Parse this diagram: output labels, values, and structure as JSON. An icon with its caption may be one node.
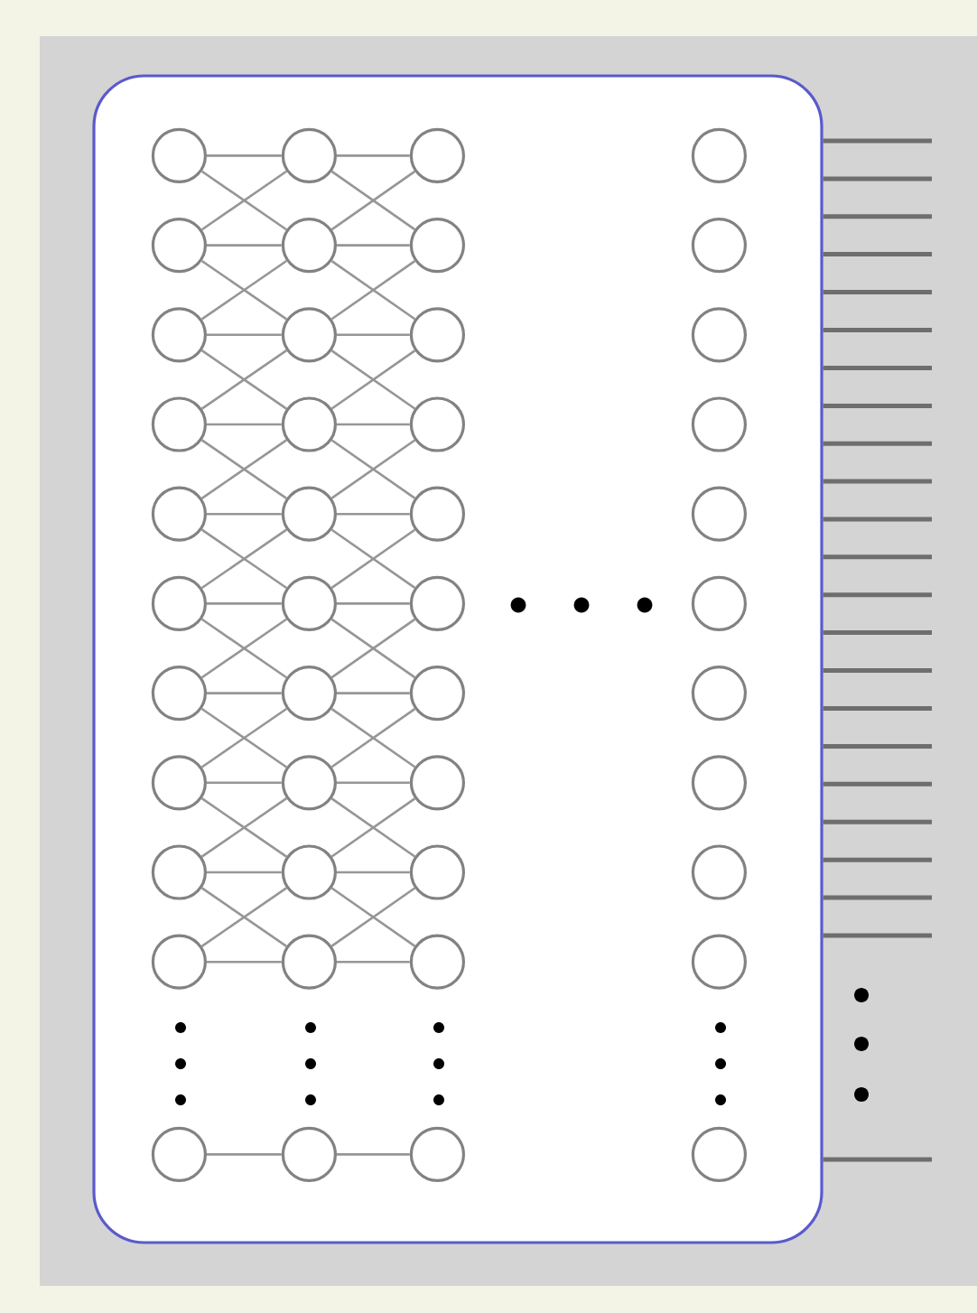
{
  "diagram": {
    "nodes": [
      {
        "text": [],
        "shape": "box"
      },
      {
        "text": [],
        "shape": "circle",
        "in": 0
      },
      {
        "text": [],
        "shape": "circle",
        "in": 0
      },
      {
        "text": [],
        "shape": "circle",
        "in": 0
      },
      {
        "text": [],
        "shape": "circle",
        "in": 0
      },
      {
        "text": [],
        "shape": "circle",
        "in": 0
      },
      {
        "text": [],
        "shape": "circle",
        "in": 0
      },
      {
        "text": [],
        "shape": "circle",
        "in": 0
      },
      {
        "text": [],
        "shape": "circle",
        "in": 0
      },
      {
        "text": [],
        "shape": "circle",
        "in": 0
      },
      {
        "text": [],
        "shape": "circle",
        "in": 0
      },
      {
        "text": [],
        "shape": "circle",
        "in": 0
      },
      {
        "text": [],
        "shape": "circle",
        "in": 0
      },
      {
        "text": [],
        "shape": "circle",
        "in": 0
      },
      {
        "text": [],
        "shape": "circle",
        "in": 0
      },
      {
        "text": [],
        "shape": "circle",
        "in": 0
      },
      {
        "text": [],
        "shape": "circle",
        "in": 0
      },
      {
        "text": [],
        "shape": "circle",
        "in": 0
      },
      {
        "text": [],
        "shape": "circle",
        "in": 0
      },
      {
        "text": [],
        "shape": "circle",
        "in": 0
      },
      {
        "text": [],
        "shape": "circle",
        "in": 0
      },
      {
        "text": [],
        "shape": "circle",
        "in": 0
      },
      {
        "text": [],
        "shape": "circle",
        "in": 0
      },
      {
        "text": [],
        "shape": "circle",
        "in": 0
      },
      {
        "text": [],
        "shape": "circle",
        "in": 0
      },
      {
        "text": [],
        "shape": "circle",
        "in": 0
      },
      {
        "text": [],
        "shape": "circle",
        "in": 0
      },
      {
        "text": [],
        "shape": "circle",
        "in": 0
      },
      {
        "text": [],
        "shape": "circle",
        "in": 0
      },
      {
        "text": [],
        "shape": "circle",
        "in": 0
      },
      {
        "text": [],
        "shape": "circle",
        "in": 0
      },
      {
        "text": [],
        "shape": "circle",
        "in": 0
      },
      {
        "text": [],
        "shape": "circle",
        "in": 0
      },
      {
        "text": [],
        "shape": "circle",
        "in": 0
      },
      {
        "text": [],
        "shape": "circle",
        "in": 0
      },
      {
        "text": [],
        "shape": "circle",
        "in": 0
      },
      {
        "text": [],
        "shape": "circle",
        "in": 0
      },
      {
        "text": [],
        "shape": "circle",
        "in": 0
      },
      {
        "text": [],
        "shape": "circle",
        "in": 0
      },
      {
        "text": [],
        "shape": "circle",
        "in": 0
      },
      {
        "text": [],
        "shape": "circle",
        "in": 0
      },
      {
        "text": [],
        "shape": "circle",
        "in": 0
      },
      {
        "text": [],
        "shape": "circle",
        "in": 0
      },
      {
        "text": [],
        "shape": "circle",
        "in": 0
      },
      {
        "text": [],
        "shape": "circle",
        "in": 0
      }
    ],
    "edges": [
      {
        "from": 1,
        "to": 2,
        "arrow": "none"
      },
      {
        "from": 2,
        "to": 3,
        "arrow": "none"
      },
      {
        "from": 5,
        "to": 6,
        "arrow": "none"
      },
      {
        "from": 6,
        "to": 7,
        "arrow": "none"
      },
      {
        "from": 9,
        "to": 10,
        "arrow": "none"
      },
      {
        "from": 10,
        "to": 11,
        "arrow": "none"
      },
      {
        "from": 13,
        "to": 14,
        "arrow": "none"
      },
      {
        "from": 14,
        "to": 15,
        "arrow": "none"
      },
      {
        "from": 17,
        "to": 18,
        "arrow": "none"
      },
      {
        "from": 18,
        "to": 19,
        "arrow": "none"
      },
      {
        "from": 21,
        "to": 22,
        "arrow": "none"
      },
      {
        "from": 22,
        "to": 23,
        "arrow": "none"
      },
      {
        "from": 25,
        "to": 26,
        "arrow": "none"
      },
      {
        "from": 26,
        "to": 27,
        "arrow": "none"
      },
      {
        "from": 29,
        "to": 30,
        "arrow": "none"
      },
      {
        "from": 30,
        "to": 31,
        "arrow": "none"
      },
      {
        "from": 33,
        "to": 34,
        "arrow": "none"
      },
      {
        "from": 34,
        "to": 35,
        "arrow": "none"
      },
      {
        "from": 37,
        "to": 38,
        "arrow": "none"
      },
      {
        "from": 38,
        "to": 39,
        "arrow": "none"
      },
      {
        "from": 41,
        "to": 42,
        "arrow": "none"
      },
      {
        "from": 42,
        "to": 43,
        "arrow": "none"
      },
      {
        "from": 1,
        "to": 6,
        "arrow": "none"
      },
      {
        "from": 5,
        "to": 2,
        "arrow": "none"
      },
      {
        "from": 2,
        "to": 7,
        "arrow": "none"
      },
      {
        "from": 6,
        "to": 3,
        "arrow": "none"
      },
      {
        "from": 5,
        "to": 10,
        "arrow": "none"
      },
      {
        "from": 9,
        "to": 6,
        "arrow": "none"
      },
      {
        "from": 6,
        "to": 11,
        "arrow": "none"
      },
      {
        "from": 10,
        "to": 7,
        "arrow": "none"
      },
      {
        "from": 9,
        "to": 14,
        "arrow": "none"
      },
      {
        "from": 13,
        "to": 10,
        "arrow": "none"
      },
      {
        "from": 10,
        "to": 15,
        "arrow": "none"
      },
      {
        "from": 14,
        "to": 11,
        "arrow": "none"
      },
      {
        "from": 13,
        "to": 18,
        "arrow": "none"
      },
      {
        "from": 17,
        "to": 14,
        "arrow": "none"
      },
      {
        "from": 14,
        "to": 19,
        "arrow": "none"
      },
      {
        "from": 18,
        "to": 15,
        "arrow": "none"
      },
      {
        "from": 17,
        "to": 22,
        "arrow": "none"
      },
      {
        "from": 21,
        "to": 18,
        "arrow": "none"
      },
      {
        "from": 18,
        "to": 23,
        "arrow": "none"
      },
      {
        "from": 22,
        "to": 19,
        "arrow": "none"
      },
      {
        "from": 21,
        "to": 26,
        "arrow": "none"
      },
      {
        "from": 25,
        "to": 22,
        "arrow": "none"
      },
      {
        "from": 22,
        "to": 27,
        "arrow": "none"
      },
      {
        "from": 26,
        "to": 23,
        "arrow": "none"
      },
      {
        "from": 25,
        "to": 30,
        "arrow": "none"
      },
      {
        "from": 29,
        "to": 26,
        "arrow": "none"
      },
      {
        "from": 26,
        "to": 31,
        "arrow": "none"
      },
      {
        "from": 30,
        "to": 27,
        "arrow": "none"
      },
      {
        "from": 29,
        "to": 34,
        "arrow": "none"
      },
      {
        "from": 33,
        "to": 30,
        "arrow": "none"
      },
      {
        "from": 30,
        "to": 35,
        "arrow": "none"
      },
      {
        "from": 34,
        "to": 31,
        "arrow": "none"
      },
      {
        "from": 33,
        "to": 38,
        "arrow": "none"
      },
      {
        "from": 37,
        "to": 34,
        "arrow": "none"
      },
      {
        "from": 34,
        "to": 39,
        "arrow": "none"
      },
      {
        "from": 38,
        "to": 35,
        "arrow": "none"
      },
      {
        "from": 0,
        "to": null,
        "arrow": "none"
      },
      {
        "from": 0,
        "to": null,
        "arrow": "none"
      },
      {
        "from": 0,
        "to": null,
        "arrow": "none"
      },
      {
        "from": 0,
        "to": null,
        "arrow": "none"
      },
      {
        "from": 0,
        "to": null,
        "arrow": "none"
      },
      {
        "from": 0,
        "to": null,
        "arrow": "none"
      },
      {
        "from": 0,
        "to": null,
        "arrow": "none"
      },
      {
        "from": 0,
        "to": null,
        "arrow": "none"
      },
      {
        "from": 0,
        "to": null,
        "arrow": "none"
      },
      {
        "from": 0,
        "to": null,
        "arrow": "none"
      },
      {
        "from": 0,
        "to": null,
        "arrow": "none"
      },
      {
        "from": 0,
        "to": null,
        "arrow": "none"
      },
      {
        "from": 0,
        "to": null,
        "arrow": "none"
      },
      {
        "from": 0,
        "to": null,
        "arrow": "none"
      },
      {
        "from": 0,
        "to": null,
        "arrow": "none"
      },
      {
        "from": 0,
        "to": null,
        "arrow": "none"
      },
      {
        "from": 0,
        "to": null,
        "arrow": "none"
      },
      {
        "from": 0,
        "to": null,
        "arrow": "none"
      },
      {
        "from": 0,
        "to": null,
        "arrow": "none"
      },
      {
        "from": 0,
        "to": null,
        "arrow": "none"
      },
      {
        "from": 0,
        "to": null,
        "arrow": "none"
      },
      {
        "from": 0,
        "to": null,
        "arrow": "none"
      },
      {
        "from": 0,
        "to": null,
        "arrow": "none"
      }
    ]
  }
}
